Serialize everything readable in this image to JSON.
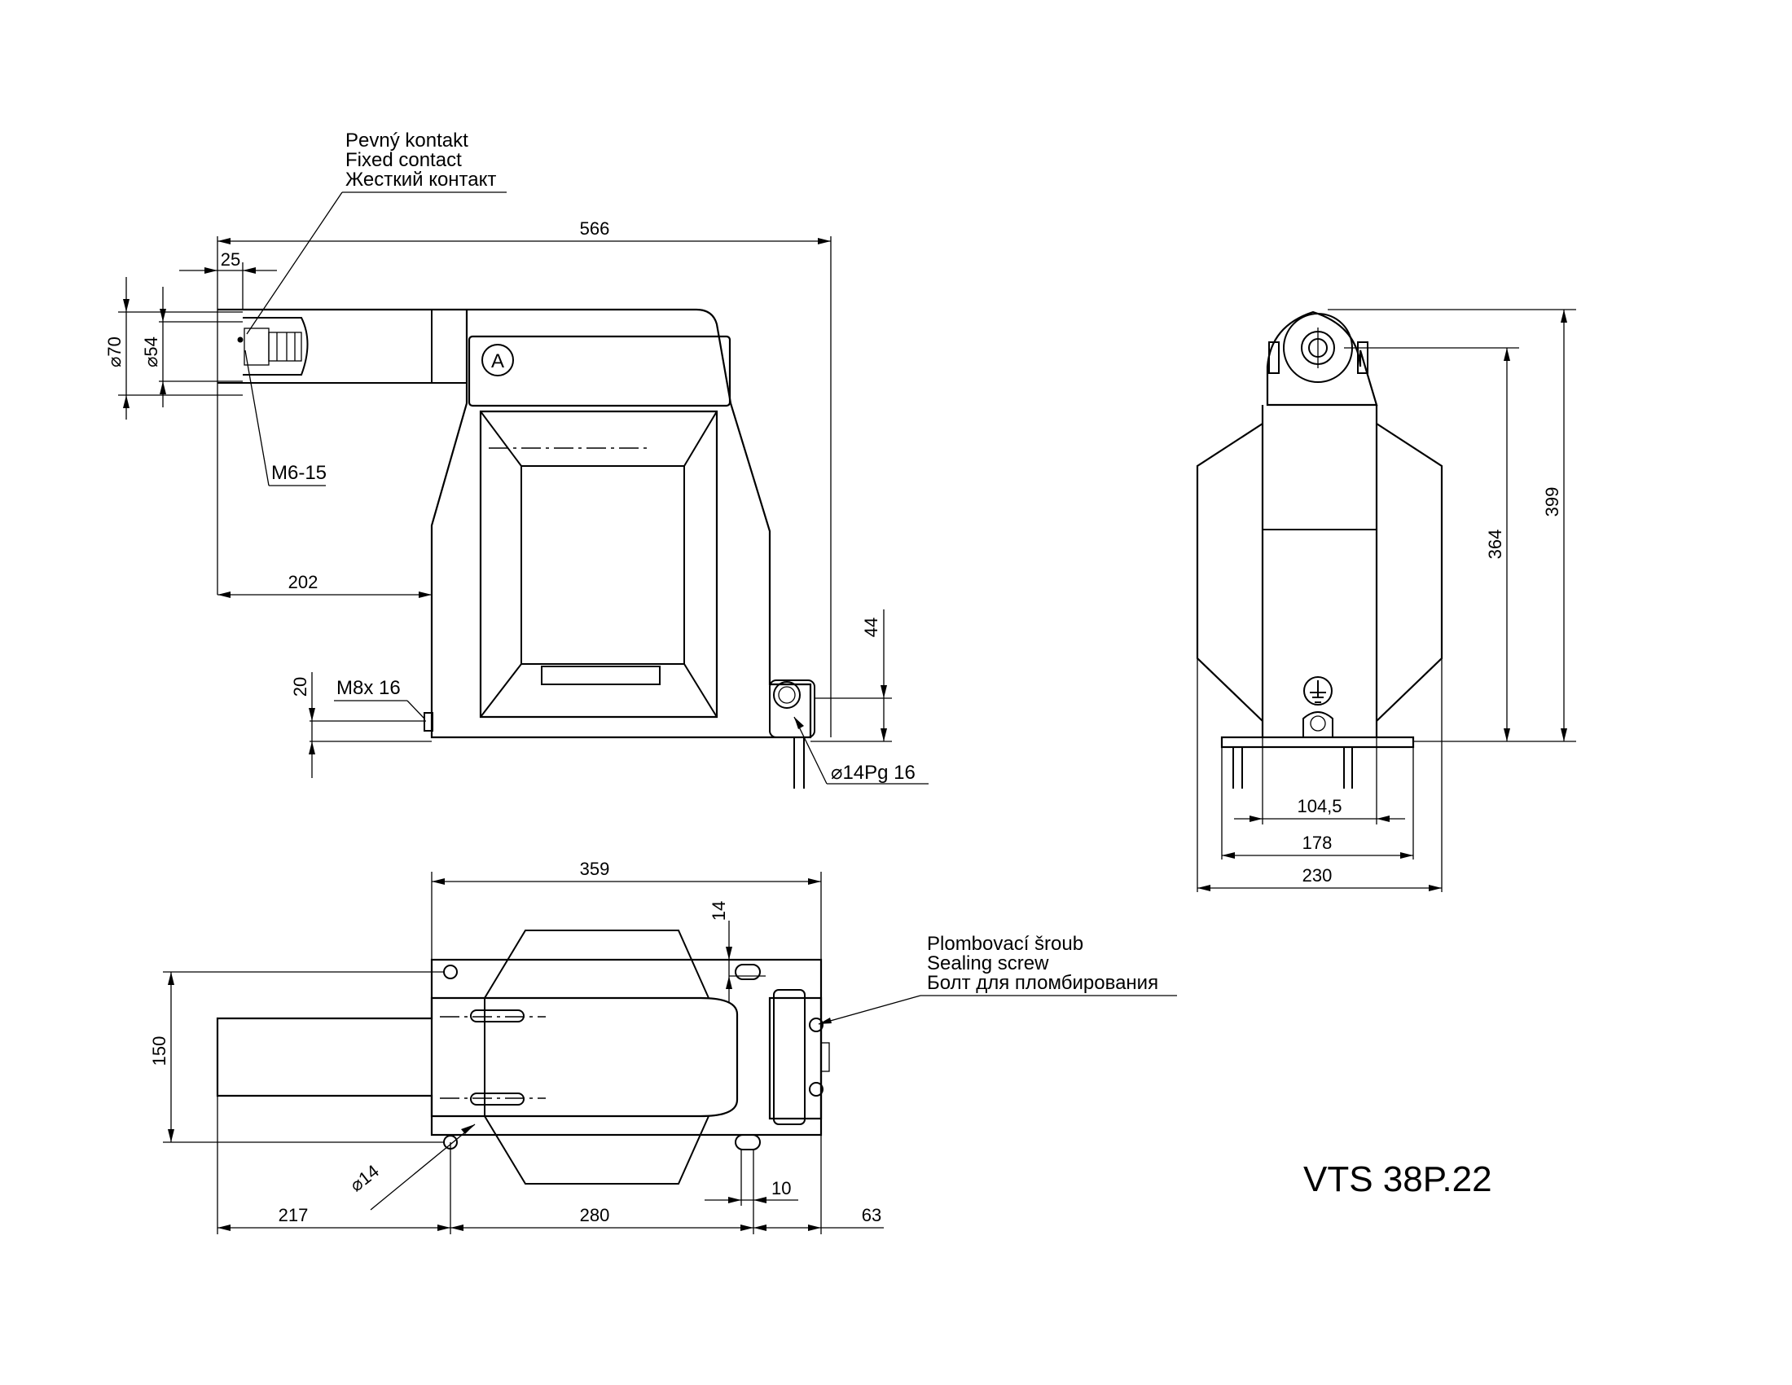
{
  "title": "VTS 38P.22",
  "callouts": {
    "fixed_contact": [
      "Pevný kontakt",
      "Fixed contact",
      "Жесткий контакт"
    ],
    "sealing_screw": [
      "Plombovací šroub",
      "Sealing screw",
      "Болт для пломбирования"
    ],
    "thread_top": "M6-15",
    "thread_side": "M8x 16",
    "gland": "⌀14Pg 16",
    "hole": "⌀14"
  },
  "dimensions": {
    "length_566": "566",
    "width_25": "25",
    "dia_70": "⌀70",
    "dia_54": "⌀54",
    "offset_202": "202",
    "height_44": "44",
    "height_20": "20",
    "height_399": "399",
    "height_364": "364",
    "width_104_5": "104,5",
    "width_178": "178",
    "width_230": "230",
    "length_359": "359",
    "gap_14": "14",
    "width_150": "150",
    "offset_217": "217",
    "span_280": "280",
    "slot_10": "10",
    "offset_63": "63"
  },
  "symbols": {
    "terminal_mark": "A"
  }
}
